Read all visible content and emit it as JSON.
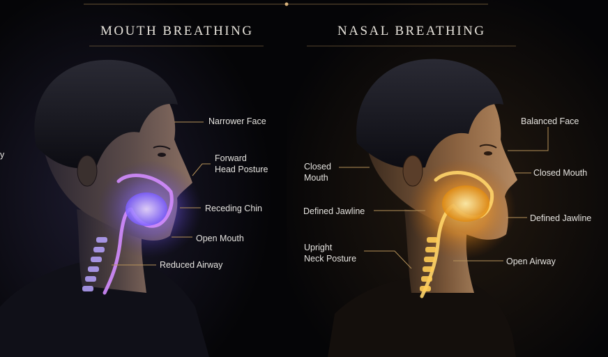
{
  "titles": {
    "left": "MOUTH BREATHING",
    "right": "NASAL BREATHING"
  },
  "left_labels": {
    "narrower_face": "Narrower Face",
    "forward_head_posture": "Forward\nHead Posture",
    "receding_chin": "Receding Chin",
    "open_mouth": "Open Mouth",
    "reduced_airway": "Reduced Airway"
  },
  "right_labels": {
    "balanced_face": "Balanced Face",
    "closed_mouth_left": "Closed\nMouth",
    "closed_mouth_right": "Closed Mouth",
    "defined_jawline_left": "Defined Jawline",
    "defined_jawline_right": "Defined Jawline",
    "upright_neck_posture": "Upright\nNeck Posture",
    "open_airway": "Open Airway"
  },
  "edge_fragment": "y",
  "colors": {
    "background": "#050507",
    "mouth_glow": "#8a6cff",
    "mouth_airway": "#d38cff",
    "nasal_glow": "#ffb020",
    "nasal_airway": "#ffd56a",
    "accent_line": "#b8935a",
    "label_text": "#e6e4e0"
  }
}
